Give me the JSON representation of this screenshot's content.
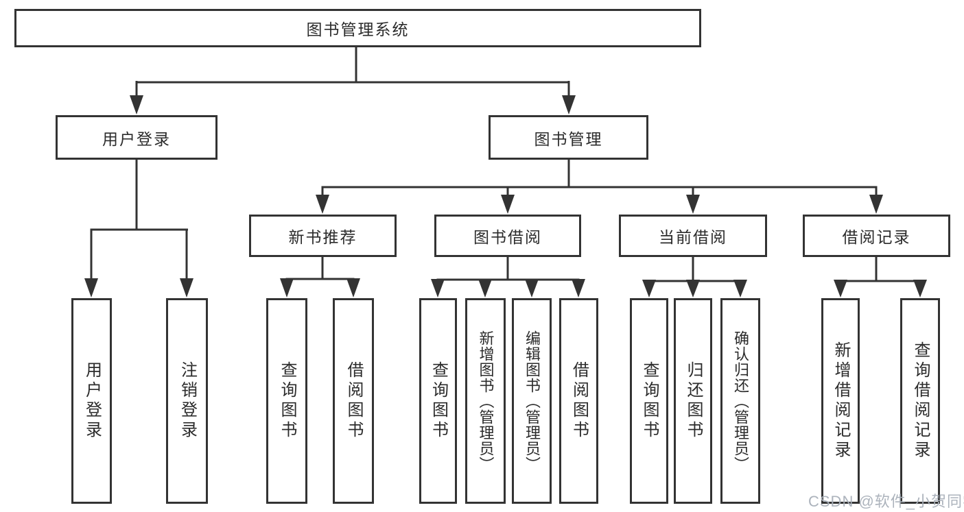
{
  "diagram": {
    "root": {
      "label": "图书管理系统"
    },
    "level2": [
      {
        "label": "用户登录"
      },
      {
        "label": "图书管理"
      }
    ],
    "level3": [
      {
        "label": "新书推荐"
      },
      {
        "label": "图书借阅"
      },
      {
        "label": "当前借阅"
      },
      {
        "label": "借阅记录"
      }
    ],
    "leaves": [
      {
        "label": "用户登录"
      },
      {
        "label": "注销登录"
      },
      {
        "label": "查询图书"
      },
      {
        "label": "借阅图书"
      },
      {
        "label": "查询图书"
      },
      {
        "label": "新增图书（管理员）"
      },
      {
        "label": "编辑图书（管理员）"
      },
      {
        "label": "借阅图书"
      },
      {
        "label": "查询图书"
      },
      {
        "label": "归还图书"
      },
      {
        "label": "确认归还（管理员）"
      },
      {
        "label": "新增借阅记录"
      },
      {
        "label": "查询借阅记录"
      }
    ],
    "colors": {
      "line": "#333333",
      "border": "#333333",
      "text": "#2b2b2b",
      "watermark": "#a8afb8"
    }
  },
  "watermark": {
    "text": "CSDN @软件_小贺同学"
  }
}
